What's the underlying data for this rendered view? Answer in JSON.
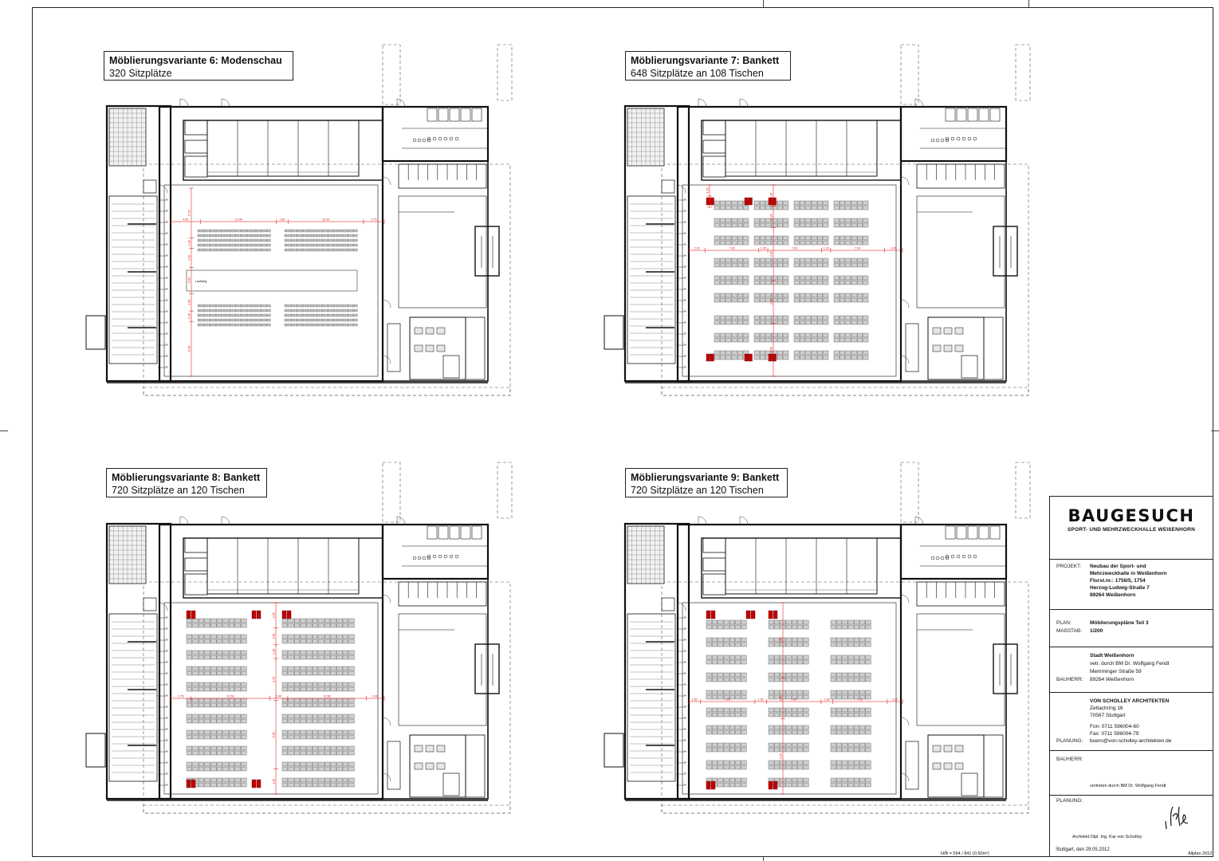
{
  "panels": [
    {
      "title": "Möblierungsvariante 6: Modenschau",
      "subtitle": "320 Sitzplätze",
      "layout": "modenschau",
      "runway_label": "Laufsteg",
      "dims_h": [
        "4.00",
        "10.00",
        "1.60",
        "10.00",
        "2.75"
      ],
      "dims_v": [
        "5.70",
        "1.20",
        "2.20",
        "3.00",
        "2.00",
        "1.20",
        "6.30"
      ]
    },
    {
      "title": "Möblierungsvariante 7: Bankett",
      "subtitle": "648 Sitzplätze an 108 Tischen",
      "layout": "bankett-a",
      "dims_h": [
        "2.15",
        "7.20",
        "1.20",
        "7.20",
        "1.20",
        "7.20",
        "2.40"
      ],
      "dims_v": [
        "1.20",
        "1.20",
        "3.00",
        "2.40",
        "3.00"
      ]
    },
    {
      "title": "Möblierungsvariante 8: Bankett",
      "subtitle": "720 Sitzplätze an 120 Tischen",
      "layout": "bankett-b",
      "dims_h": [
        "2.75",
        "10.50",
        "2.40",
        "10.50",
        "2.40"
      ],
      "dims_v": [
        "2.20",
        "1.50",
        "1.20",
        "3.70",
        "6.00",
        "2.20"
      ]
    },
    {
      "title": "Möblierungsvariante 9: Bankett",
      "subtitle": "720 Sitzplätze an 120 Tischen",
      "layout": "bankett-c",
      "dims_h": [
        "1.50",
        "7.20",
        "1.50",
        "7.20",
        "1.50",
        "7.20",
        "2.00"
      ],
      "dims_v": [
        "2.20",
        "1.20",
        "2.20"
      ]
    }
  ],
  "titleblock": {
    "heading": "BAUGESUCH",
    "subheading": "SPORT- UND MEHRZWECKHALLE WEIßENHORN",
    "projekt_label": "PROJEKT:",
    "projekt_lines": [
      "Neubau der Sport- und",
      "Mehrzweckhalle in Weißenhorn",
      "Flurst.nr.: 1756/5, 1754",
      "Herzog-Ludwig-Straße 7",
      "89264 Weißenhorn"
    ],
    "plan_label": "PLAN:",
    "plan_value": "Möblierungspläne Teil 3",
    "massstab_label": "MAßSTAB:",
    "massstab_value": "1/200",
    "bauherr_label": "BAUHERR:",
    "bauherr_lines": [
      "Stadt Weißenhorn",
      "vetr. durch BM Dr. Wolfgang Fendt",
      "Memminger Straße 59",
      "89264 Weißenhorn"
    ],
    "planung_label": "PLANUNG:",
    "planung_lines": [
      "VON SCHOLLEY ARCHITEKTEN",
      "Zettachring 16",
      "70567 Stuttgart",
      "",
      "Fon: 0711 596004-60",
      "Fax: 0711 596004-79",
      "buero@von-scholley-architekten.de"
    ],
    "bauherr2_label": "BAUHERR:",
    "bauherr2_note": "vertreten durch BM Dr. Wolfgang Fendt",
    "planung2_label": "PLANUNG:",
    "architect_note": "Architekt Dipl. Ing. Kar von Scholley",
    "date": "Stuttgart, den 29.05.2012",
    "format": "H/B = 594 / 841 (0.50m²)",
    "software": "Allplan 2012"
  },
  "colors": {
    "wall": "#111111",
    "table": "#cfcfcf",
    "table_red": "#c00000",
    "dim": "#e00000",
    "line": "#333333"
  }
}
